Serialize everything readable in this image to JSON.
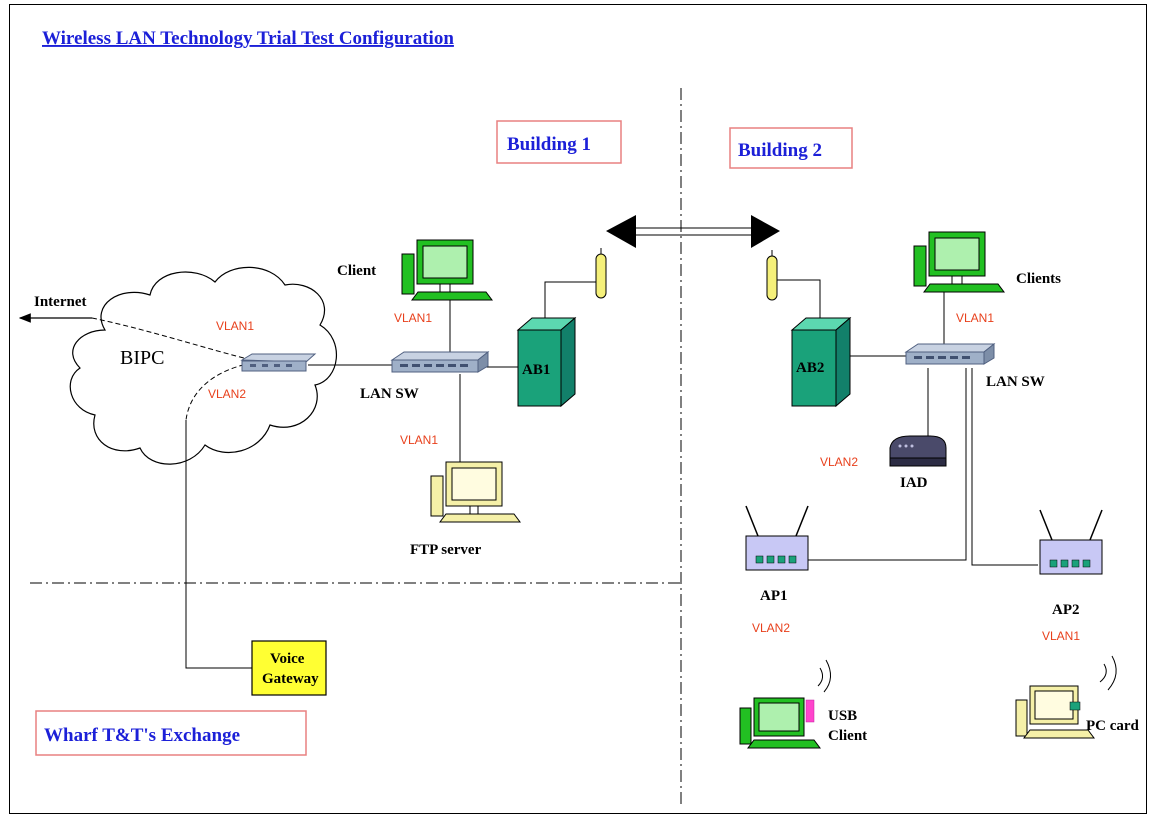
{
  "title": "Wireless LAN Technology Trial Test Configuration",
  "zones": {
    "building1": "Building 1",
    "building2": "Building 2",
    "exchange": "Wharf T&T's Exchange"
  },
  "nodes": {
    "internet": "Internet",
    "bipc": "BIPC",
    "client": "Client",
    "clients": "Clients",
    "lan_sw_1": "LAN SW",
    "lan_sw_2": "LAN SW",
    "ab1": "AB1",
    "ab2": "AB2",
    "ftp_server": "FTP server",
    "iad": "IAD",
    "ap1": "AP1",
    "ap2": "AP2",
    "voice_gateway_line1": "Voice",
    "voice_gateway_line2": "Gateway",
    "usb_client_line1": "USB",
    "usb_client_line2": "Client",
    "pc_card": "PC card"
  },
  "vlans": {
    "bipc_vlan1": "VLAN1",
    "bipc_vlan2": "VLAN2",
    "client_vlan": "VLAN1",
    "ftp_vlan": "VLAN1",
    "clients_vlan": "VLAN1",
    "iad_vlan": "VLAN2",
    "ap1_vlan": "VLAN2",
    "ap2_vlan": "VLAN1"
  },
  "colors": {
    "title": "#1c20d8",
    "zone_text": "#1c20d8",
    "zone_border": "#e88080",
    "vlan_text": "#e8401c",
    "monitor_green": "#22c022",
    "server_green": "#1aa27a",
    "antenna_yellow": "#f5f07a",
    "ap_lavender": "#c8c8f5",
    "gateway_yellow": "#ffff33",
    "switch_blue": "#9fb0c8"
  }
}
